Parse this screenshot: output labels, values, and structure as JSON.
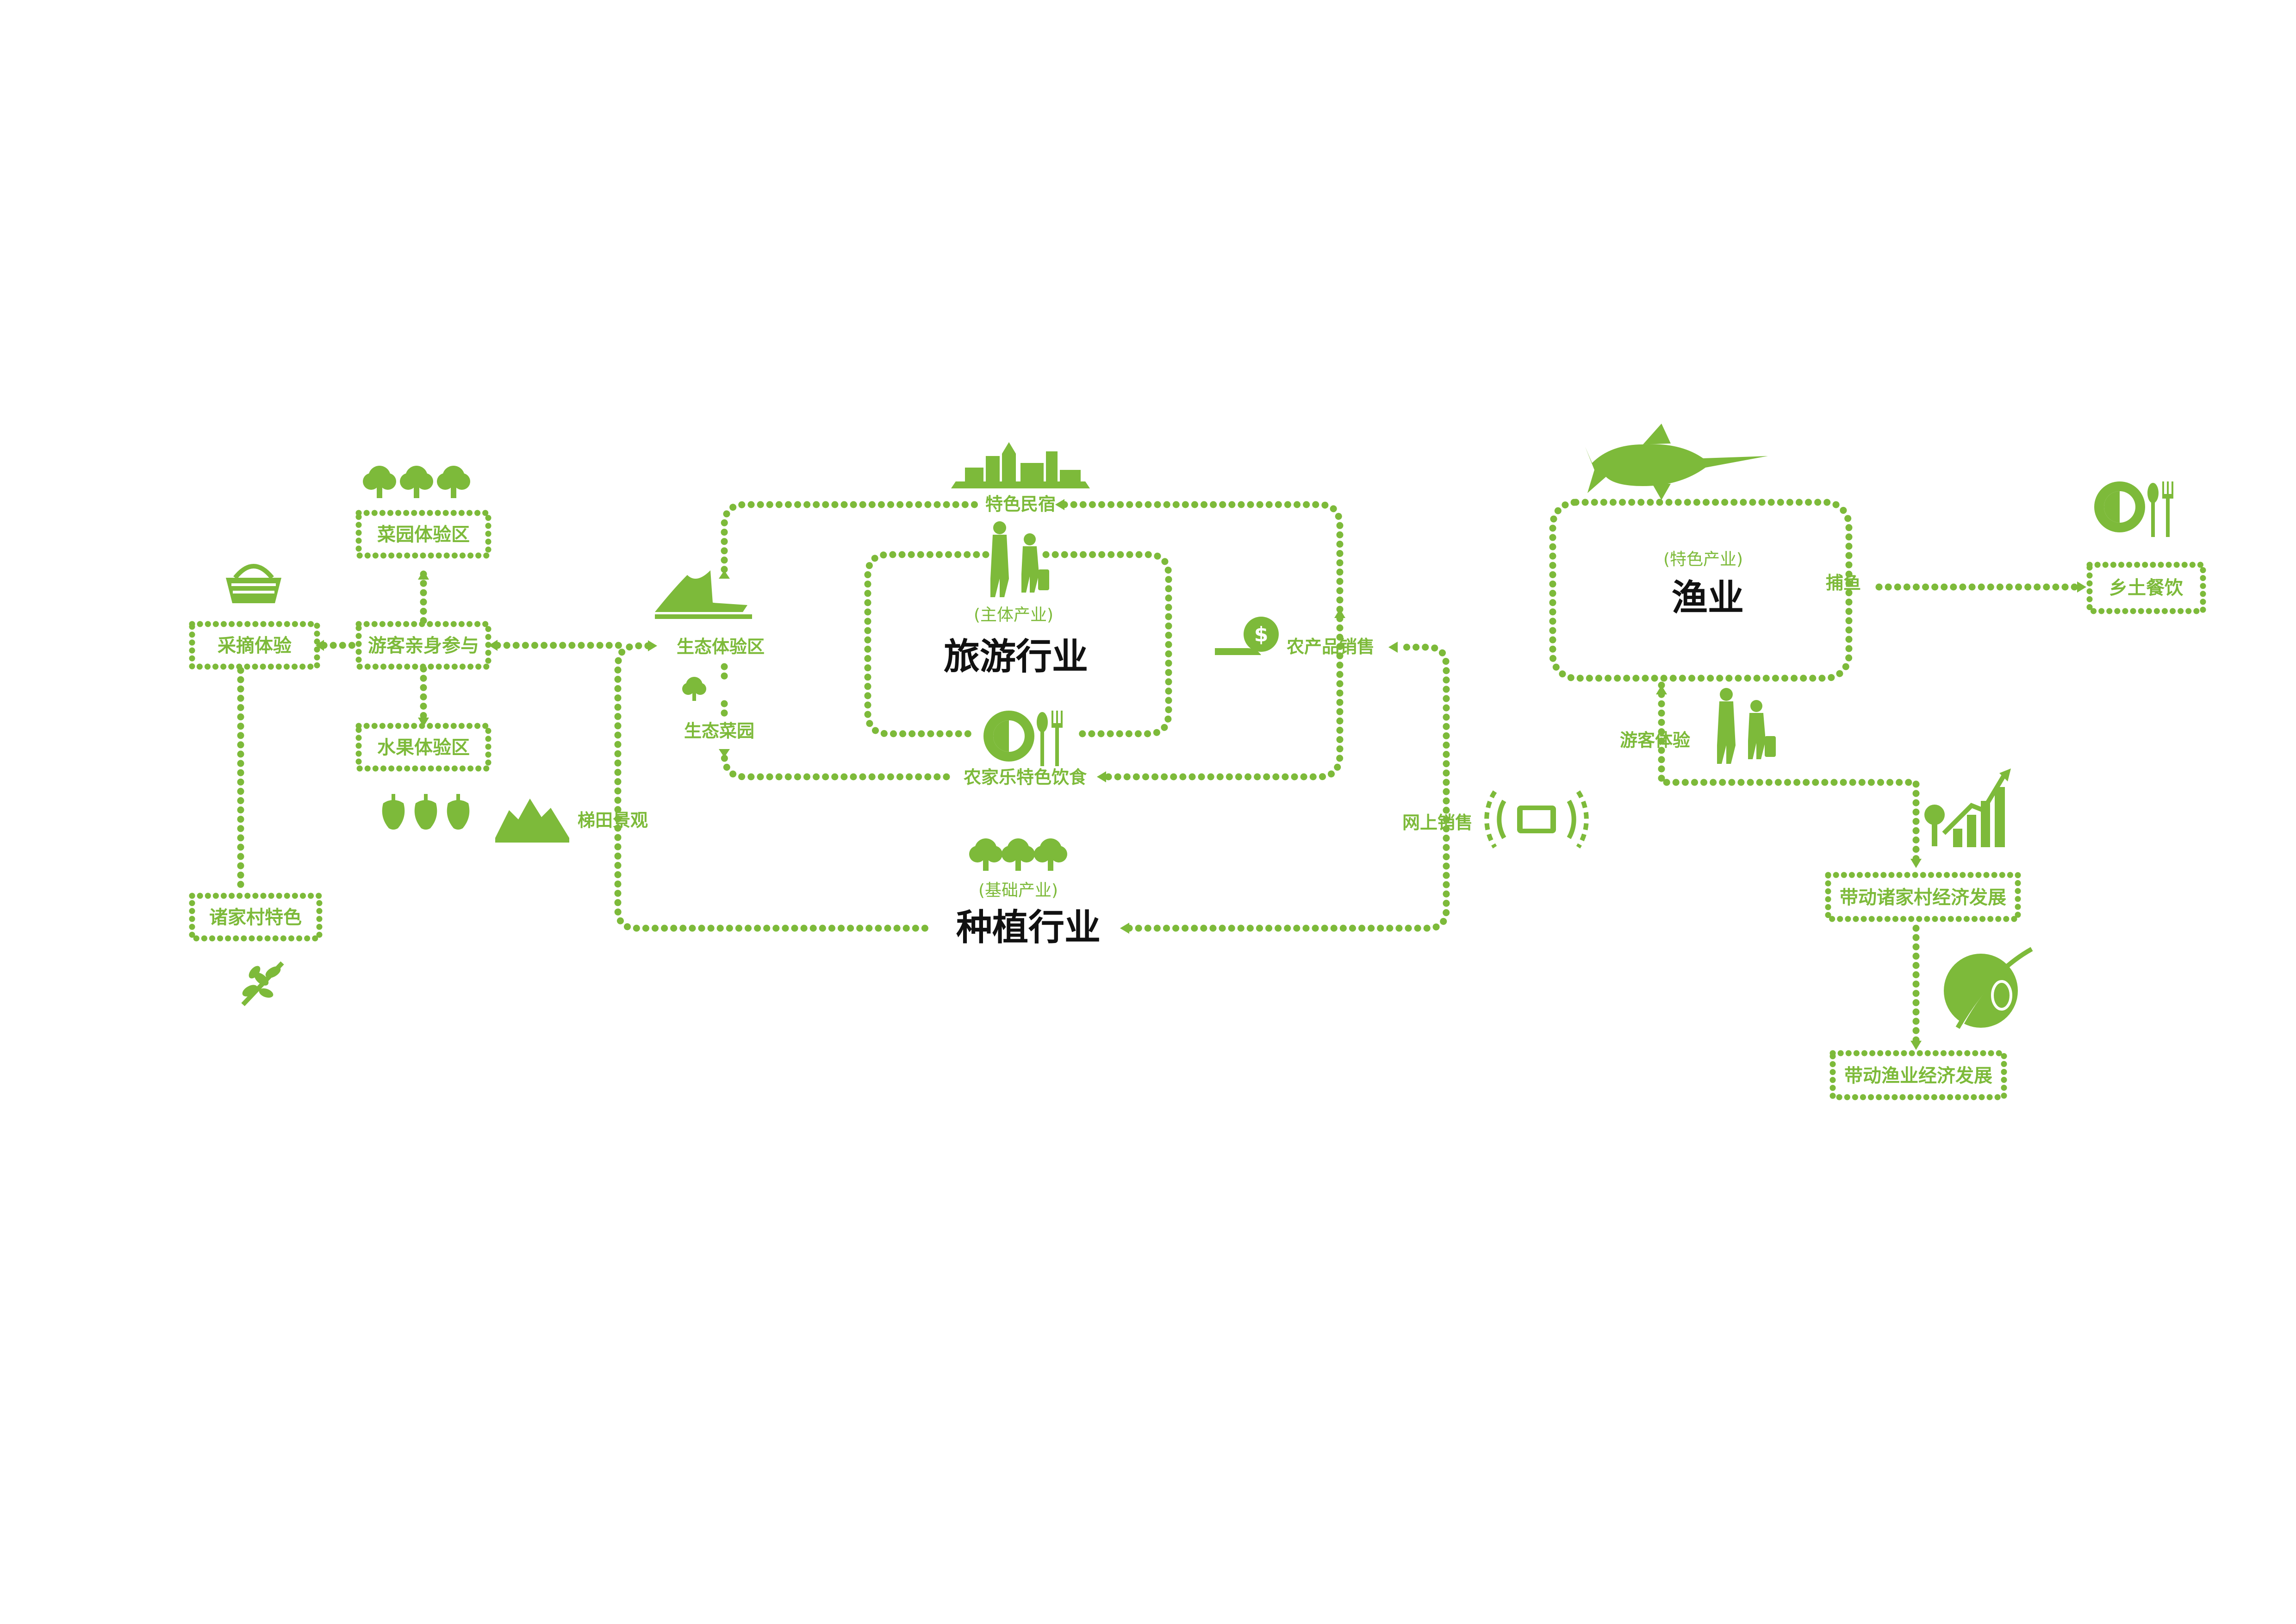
{
  "colors": {
    "accent": "#7dba3a",
    "main_text": "#111111",
    "background": "#ffffff"
  },
  "left_branch": {
    "caiyuan": "菜园体验区",
    "youke": "游客亲身参与",
    "caizhai": "采摘体验",
    "shuiguo": "水果体验区",
    "zhujia": "诸家村特色"
  },
  "loops": {
    "lvyou_sub": "(主体产业)",
    "lvyou_title": "旅游行业",
    "zhongzhi_sub": "(基础产业)",
    "zhongzhi_title": "种植行业",
    "yuye_sub": "(特色产业)",
    "yuye_title": "渔业"
  },
  "flows": {
    "tese_minsu": "特色民宿",
    "shengtai_tiyan": "生态体验区",
    "shengtai_caiyuan": "生态菜园",
    "titian": "梯田景观",
    "nongjiale": "农家乐特色饮食",
    "nongchanpin": "农产品销售",
    "wangshang": "网上销售",
    "buyu": "捕鱼",
    "xiangtu": "乡土餐饮",
    "youke_tiyan": "游客体验",
    "daidong_zhujia": "带动诸家村经济发展",
    "daidong_yuye": "带动渔业经济发展"
  },
  "icons": [
    "broccoli-icon",
    "basket-icon",
    "pepper-icon",
    "leaf-branch-icon",
    "mountain-icon",
    "landscape-icon",
    "buildings-icon",
    "travelers-icon",
    "plate-fork-spoon-icon",
    "money-hand-icon",
    "mobile-network-icon",
    "swordfish-icon",
    "growth-chart-icon",
    "fishing-rod-icon"
  ]
}
